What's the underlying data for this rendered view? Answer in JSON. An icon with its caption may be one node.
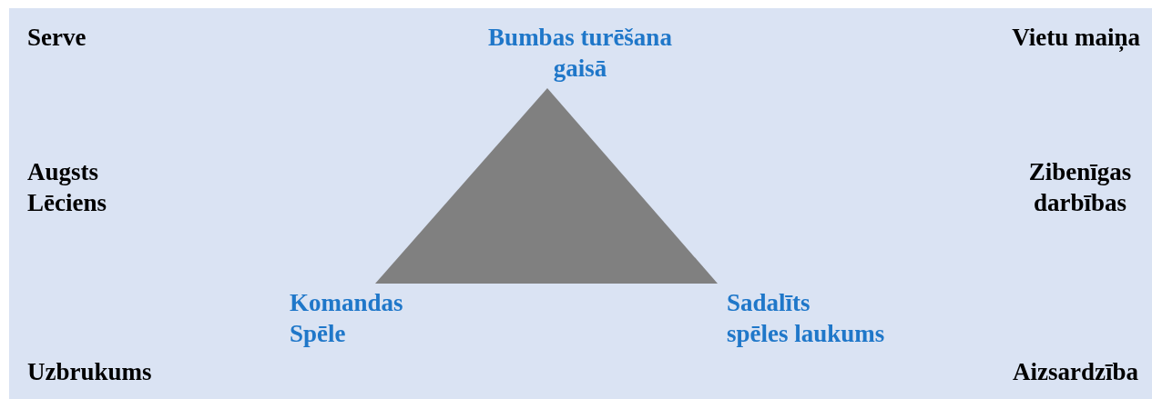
{
  "diagram": {
    "labels": [
      "Serve",
      "Bumbas turēšana gaisā",
      "Vietu maiņa",
      "Augsts Lēciens",
      "Zibenīgas darbības",
      "Komandas Spēle",
      "Sadalīts spēles laukums",
      "Uzbrukums",
      "Aizsardzība"
    ]
  }
}
